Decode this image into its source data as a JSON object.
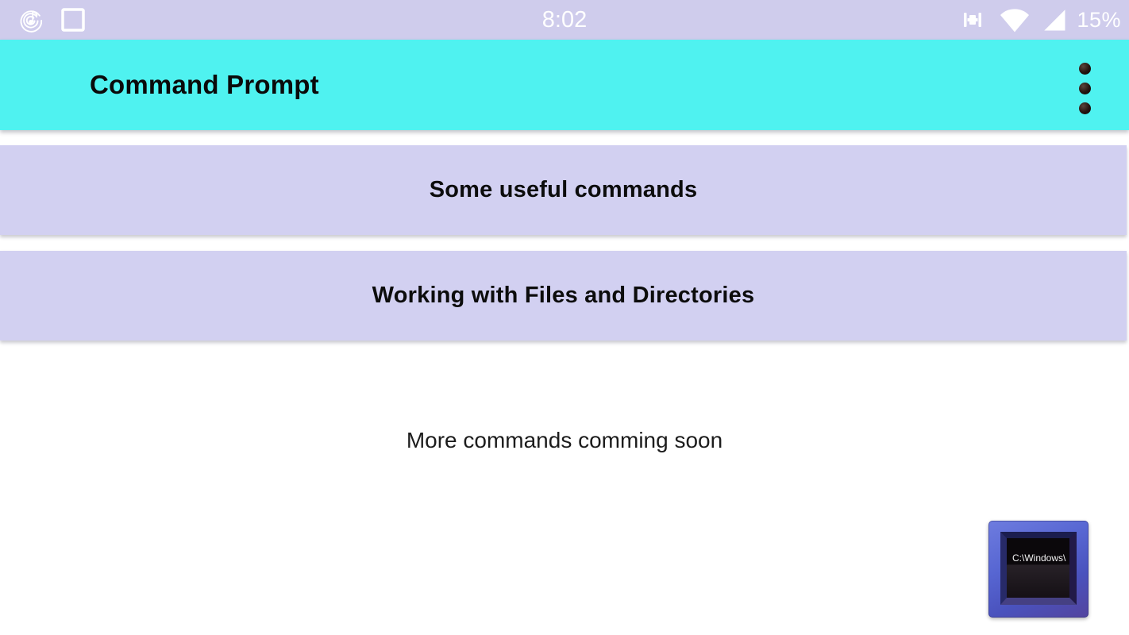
{
  "status_bar": {
    "time": "8:02",
    "battery_percent": "15%",
    "left_icons": [
      "music-note-icon",
      "square-app-icon"
    ],
    "right_icons": [
      "signal-bars-icon",
      "wifi-icon",
      "cellular-signal-icon"
    ]
  },
  "app_bar": {
    "title": "Command Prompt",
    "overflow_icon": "vertical-ellipsis"
  },
  "menu": {
    "buttons": [
      {
        "label": "Some useful commands"
      },
      {
        "label": "Working with Files and Directories"
      }
    ]
  },
  "content": {
    "note": "More commands comming soon"
  },
  "app_icon": {
    "screen_text": "C:\\Windows\\"
  },
  "colors": {
    "status_bar_bg": "#cfccec",
    "app_bar_bg": "#4ff2f0",
    "button_bg": "#d2d0f1",
    "page_bg": "#ffffff",
    "icon_frame_blue": "#5766d2",
    "icon_screen_black": "#0b080b",
    "text_black": "#0a0a0a",
    "status_icon_white": "#ffffff"
  }
}
